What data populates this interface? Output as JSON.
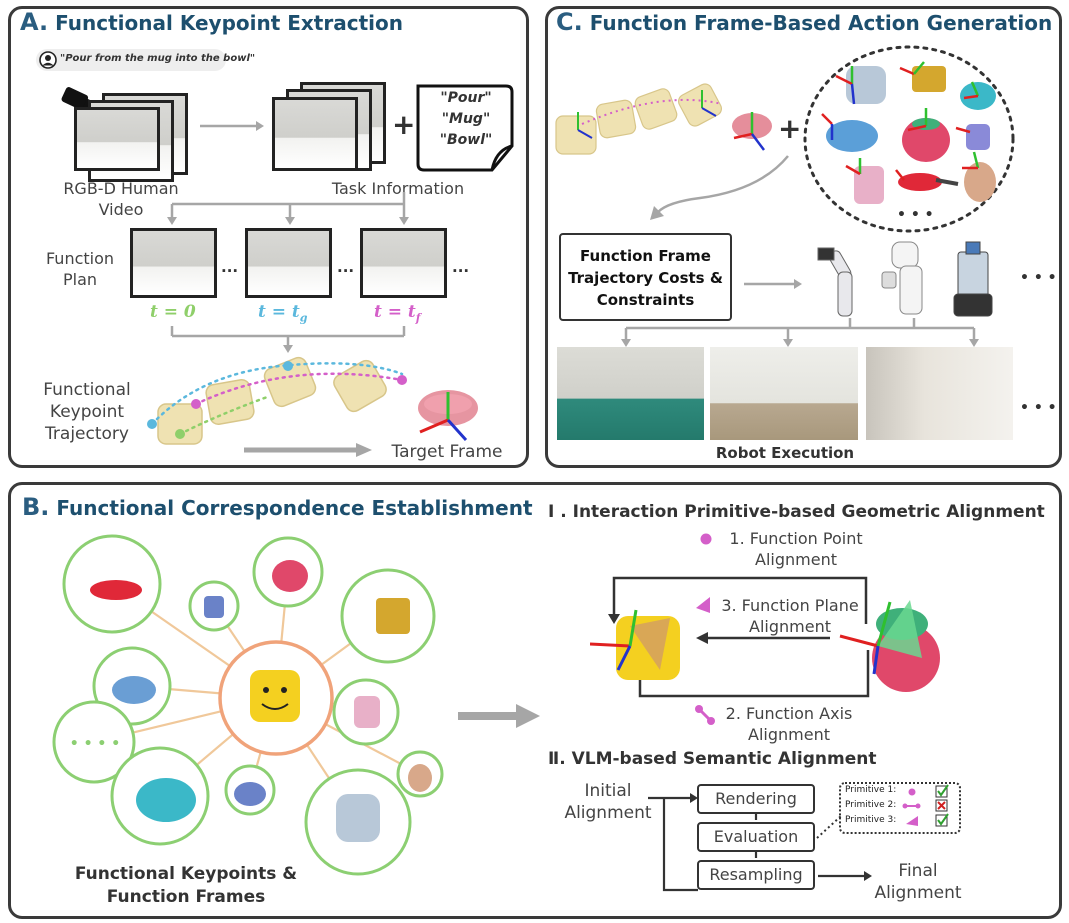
{
  "panelA": {
    "letter": "A.",
    "title": "Functional Keypoint Extraction",
    "instruction": "\"Pour from the mug into the bowl\"",
    "rgbd_line1": "RGB-D Human",
    "rgbd_line2": "Video",
    "task_info": "Task Information",
    "note_words": [
      "\"Pour\"",
      "\"Mug\"",
      "\"Bowl\""
    ],
    "function_plan_line1": "Function",
    "function_plan_line2": "Plan",
    "ellipsis": "...",
    "t0": "t = 0",
    "tg": "t = t",
    "tg_sub": "g",
    "tf": "t = t",
    "tf_sub": "f",
    "traj_line1": "Functional",
    "traj_line2": "Keypoint",
    "traj_line3": "Trajectory",
    "target_frame": "Target Frame",
    "plus": "+"
  },
  "panelC": {
    "letter": "C.",
    "title": "Function Frame-Based Action Generation",
    "costs_line1": "Function Frame",
    "costs_line2": "Trajectory Costs &",
    "costs_line3": "Constraints",
    "robot_execution": "Robot Execution",
    "ellipsis": "• • •",
    "plus": "+"
  },
  "panelB": {
    "letter": "B.",
    "title": "Functional Correspondence Establishment",
    "keypoints_line1": "Functional Keypoints &",
    "keypoints_line2": "Function Frames",
    "ellipsis": "• • • •",
    "sec1": "Ⅰ . Interaction Primitive-based Geometric Alignment",
    "point_line1": "1. Function Point",
    "point_line2": "Alignment",
    "plane_line1": "3. Function Plane",
    "plane_line2": "Alignment",
    "axis_line1": "2. Function Axis",
    "axis_line2": "Alignment",
    "sec2": "Ⅱ. VLM-based Semantic Alignment",
    "initial_line1": "Initial",
    "initial_line2": "Alignment",
    "rendering": "Rendering",
    "evaluation": "Evaluation",
    "resampling": "Resampling",
    "final_line1": "Final",
    "final_line2": "Alignment",
    "primitive1": "Primitive 1:",
    "primitive2": "Primitive 2:",
    "primitive3": "Primitive 3:"
  },
  "colors": {
    "panel_border": "#3a3a3a",
    "title": "#1d4f6e",
    "green_t": "#8fcf6a",
    "cyan_t": "#5bb8dd",
    "magenta_t": "#d45fc9",
    "ring_green": "#8ccf72",
    "ring_center": "#f0a37a",
    "arrow_gray": "#a6a6a6",
    "axis_red": "#e02020",
    "axis_green": "#2fc02f",
    "axis_blue": "#2233cc"
  },
  "icons": [
    "camera-icon",
    "person-icon",
    "mug-icon",
    "bowl-icon",
    "kettle-icon",
    "robot-arm-icon",
    "check-icon",
    "cross-icon",
    "coordinate-axes-icon"
  ]
}
